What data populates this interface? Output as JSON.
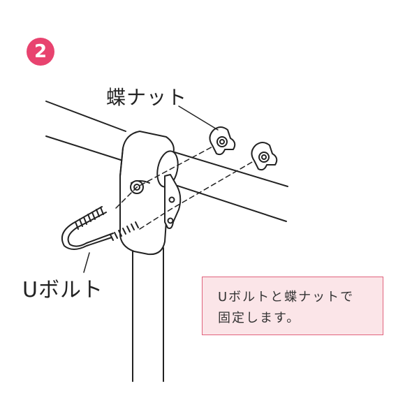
{
  "step": {
    "number": "2",
    "color": "#e8436f"
  },
  "labels": {
    "wing_nut": "蝶ナット",
    "u_bolt": "Uボルト"
  },
  "note": {
    "line1": "Uボルトと蝶ナットで",
    "line2": "固定します。",
    "background": "#fbe5e8",
    "border": "#e0627c"
  }
}
